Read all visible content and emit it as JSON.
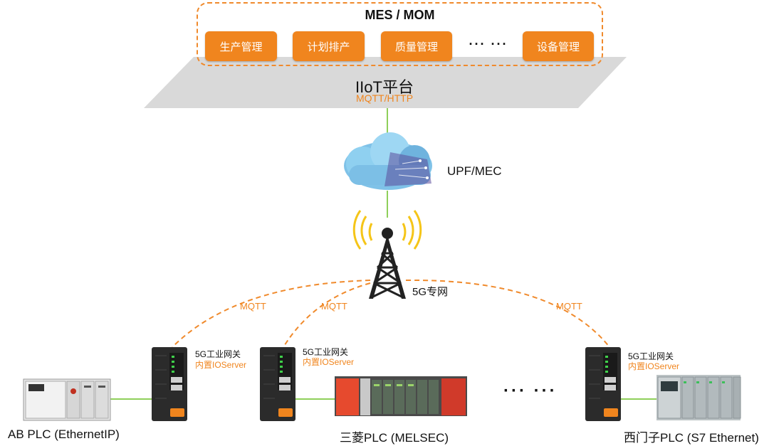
{
  "mes": {
    "title": "MES / MOM",
    "modules": [
      "生产管理",
      "计划排产",
      "质量管理",
      "设备管理"
    ],
    "ellipsis": "··· ···"
  },
  "iiot": {
    "title": "IIoT平台",
    "protocol": "MQTT/HTTP"
  },
  "upf": {
    "label": "UPF/MEC"
  },
  "tower": {
    "label": "5G专网"
  },
  "links": {
    "mqtt_label": "MQTT"
  },
  "gateways": [
    {
      "line1": "5G工业网关",
      "line2": "内置IOServer"
    },
    {
      "line1": "5G工业网关",
      "line2": "内置IOServer"
    },
    {
      "line1": "5G工业网关",
      "line2": "内置IOServer"
    }
  ],
  "plcs": [
    {
      "label": "AB PLC (EthernetIP)"
    },
    {
      "label": "三菱PLC (MELSEC)"
    },
    {
      "label": "西门子PLC (S7 Ethernet)"
    }
  ],
  "device_ellipsis": "··· ···",
  "colors": {
    "accent": "#f0851e",
    "link_green": "#8fcf5a",
    "platform_gray": "#d9d9d9"
  },
  "icons": [
    "cloud-icon",
    "signal-tower-icon",
    "gateway-device-icon",
    "plc-icon"
  ]
}
